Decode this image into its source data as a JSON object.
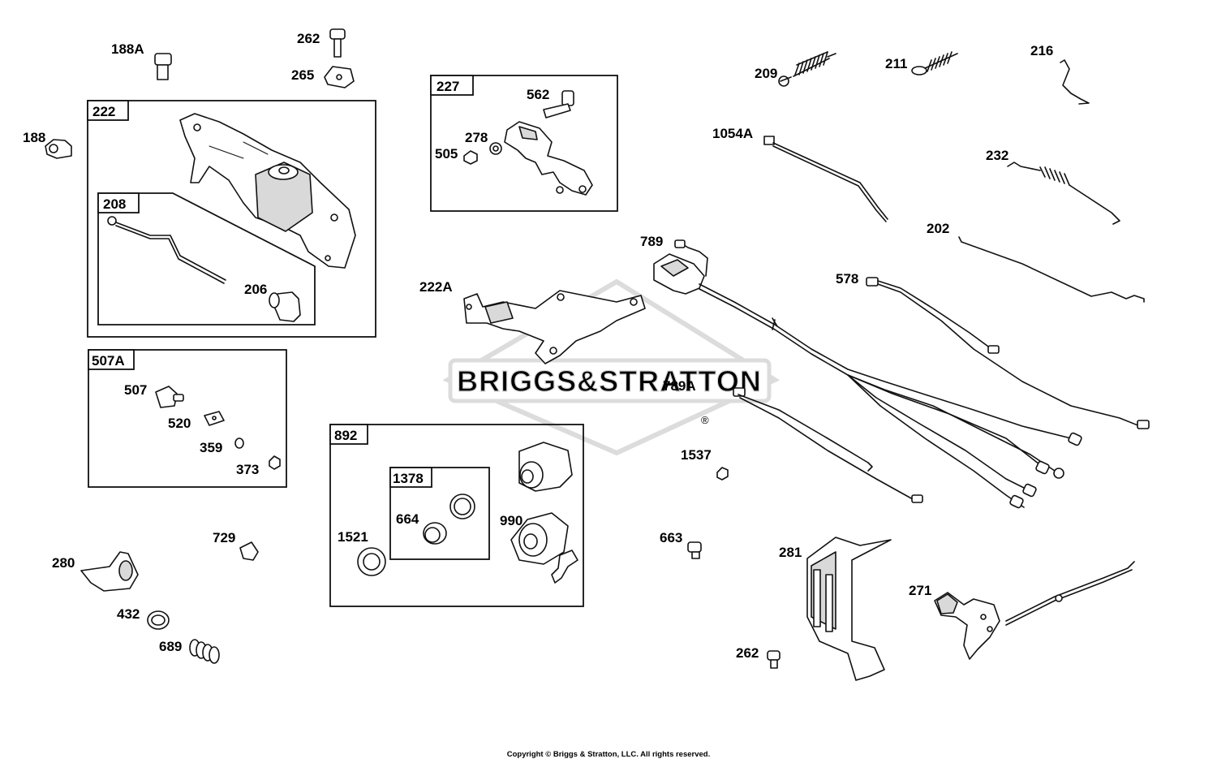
{
  "watermark": {
    "text": "BRIGGS&STRATTON",
    "registered_mark": "®"
  },
  "copyright": "Copyright © Briggs & Stratton, LLC. All rights reserved.",
  "boxes": {
    "b222": "222",
    "b208": "208",
    "b227": "227",
    "b507A": "507A",
    "b892": "892",
    "b1378": "1378"
  },
  "callouts": {
    "c188A": "188A",
    "c262a": "262",
    "c265": "265",
    "c188": "188",
    "c206": "206",
    "c562": "562",
    "c278": "278",
    "c505": "505",
    "c222A": "222A",
    "c507": "507",
    "c520": "520",
    "c359": "359",
    "c373": "373",
    "c729": "729",
    "c280": "280",
    "c432": "432",
    "c689": "689",
    "c1521": "1521",
    "c664": "664",
    "c990": "990",
    "c209": "209",
    "c211": "211",
    "c216": "216",
    "c1054A": "1054A",
    "c232": "232",
    "c789": "789",
    "c202": "202",
    "c578": "578",
    "c789A": "789A",
    "c1537": "1537",
    "c663": "663",
    "c281": "281",
    "c271": "271",
    "c262b": "262"
  }
}
